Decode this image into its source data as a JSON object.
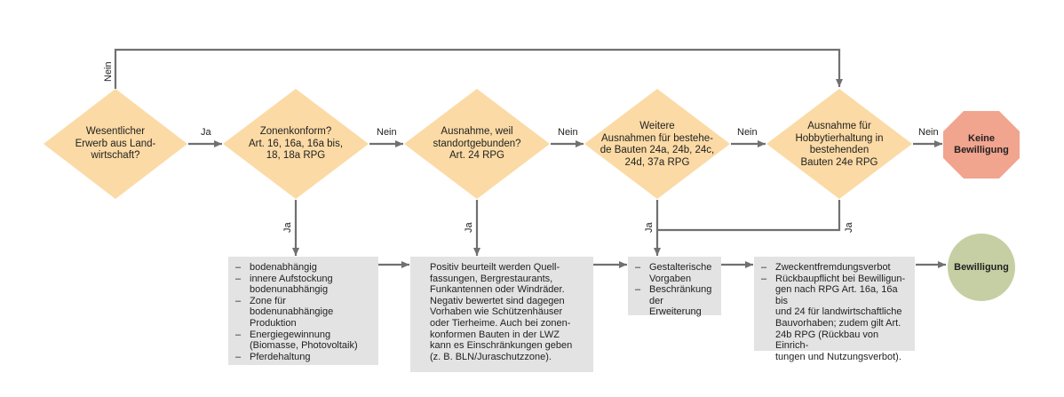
{
  "decisions": [
    {
      "text": "Wesentlicher\nErwerb aus Land-\nwirtschaft?"
    },
    {
      "text": "Zonenkonform?\nArt. 16, 16a, 16a bis,\n18, 18a RPG"
    },
    {
      "text": "Ausnahme, weil\nstandortgebunden?\nArt. 24 RPG"
    },
    {
      "text": "Weitere\nAusnahmen für bestehe-\nde Bauten 24a, 24b, 24c,\n24d, 37a RPG"
    },
    {
      "text": "Ausnahme für\nHobbytierhaltung in\nbestehenden\nBauten 24e RPG"
    }
  ],
  "labels": {
    "ja": "Ja",
    "nein": "Nein"
  },
  "boxes": {
    "zone": {
      "items": [
        "bodenabhängig",
        "innere Aufstockung bodenunabhängig",
        "Zone für bodenunabhängige Produktion",
        "Energiegewinnung (Biomasse, Photovoltaik)",
        "Pferdehaltung"
      ]
    },
    "standort": {
      "text": "Positiv beurteilt werden Quell-\nfassungen, Bergrestaurants,\nFunkantennen oder Windräder.\nNegativ bewertet sind dagegen\nVorhaben wie Schützenhäuser\noder Tierheime. Auch bei zonen-\nkonformen Bauten in der LWZ\nkann es Einschränkungen geben\n(z. B. BLN/Juraschutzzone)."
    },
    "weitere": {
      "items": [
        "Gestalterische Vorgaben",
        "Beschränkung der Erweiterung"
      ]
    },
    "hobby": {
      "items": [
        "Zweckentfremdungsverbot",
        "Rückbaupflicht bei Bewilligun-\ngen nach RPG Art. 16a, 16a bis\nund 24 für landwirtschaftliche\nBauvorhaben; zudem gilt Art.\n24b RPG (Rückbau von Einrich-\ntungen und Nutzungsverbot)."
      ]
    }
  },
  "outcomes": {
    "keine": "Keine\nBewilligung",
    "bewilligung": "Bewilligung"
  },
  "colors": {
    "diamond": "#fbdaa5",
    "box": "#e3e3e3",
    "keine": "#f1a48e",
    "bewilligung": "#c6cfa3",
    "line": "#707070"
  }
}
